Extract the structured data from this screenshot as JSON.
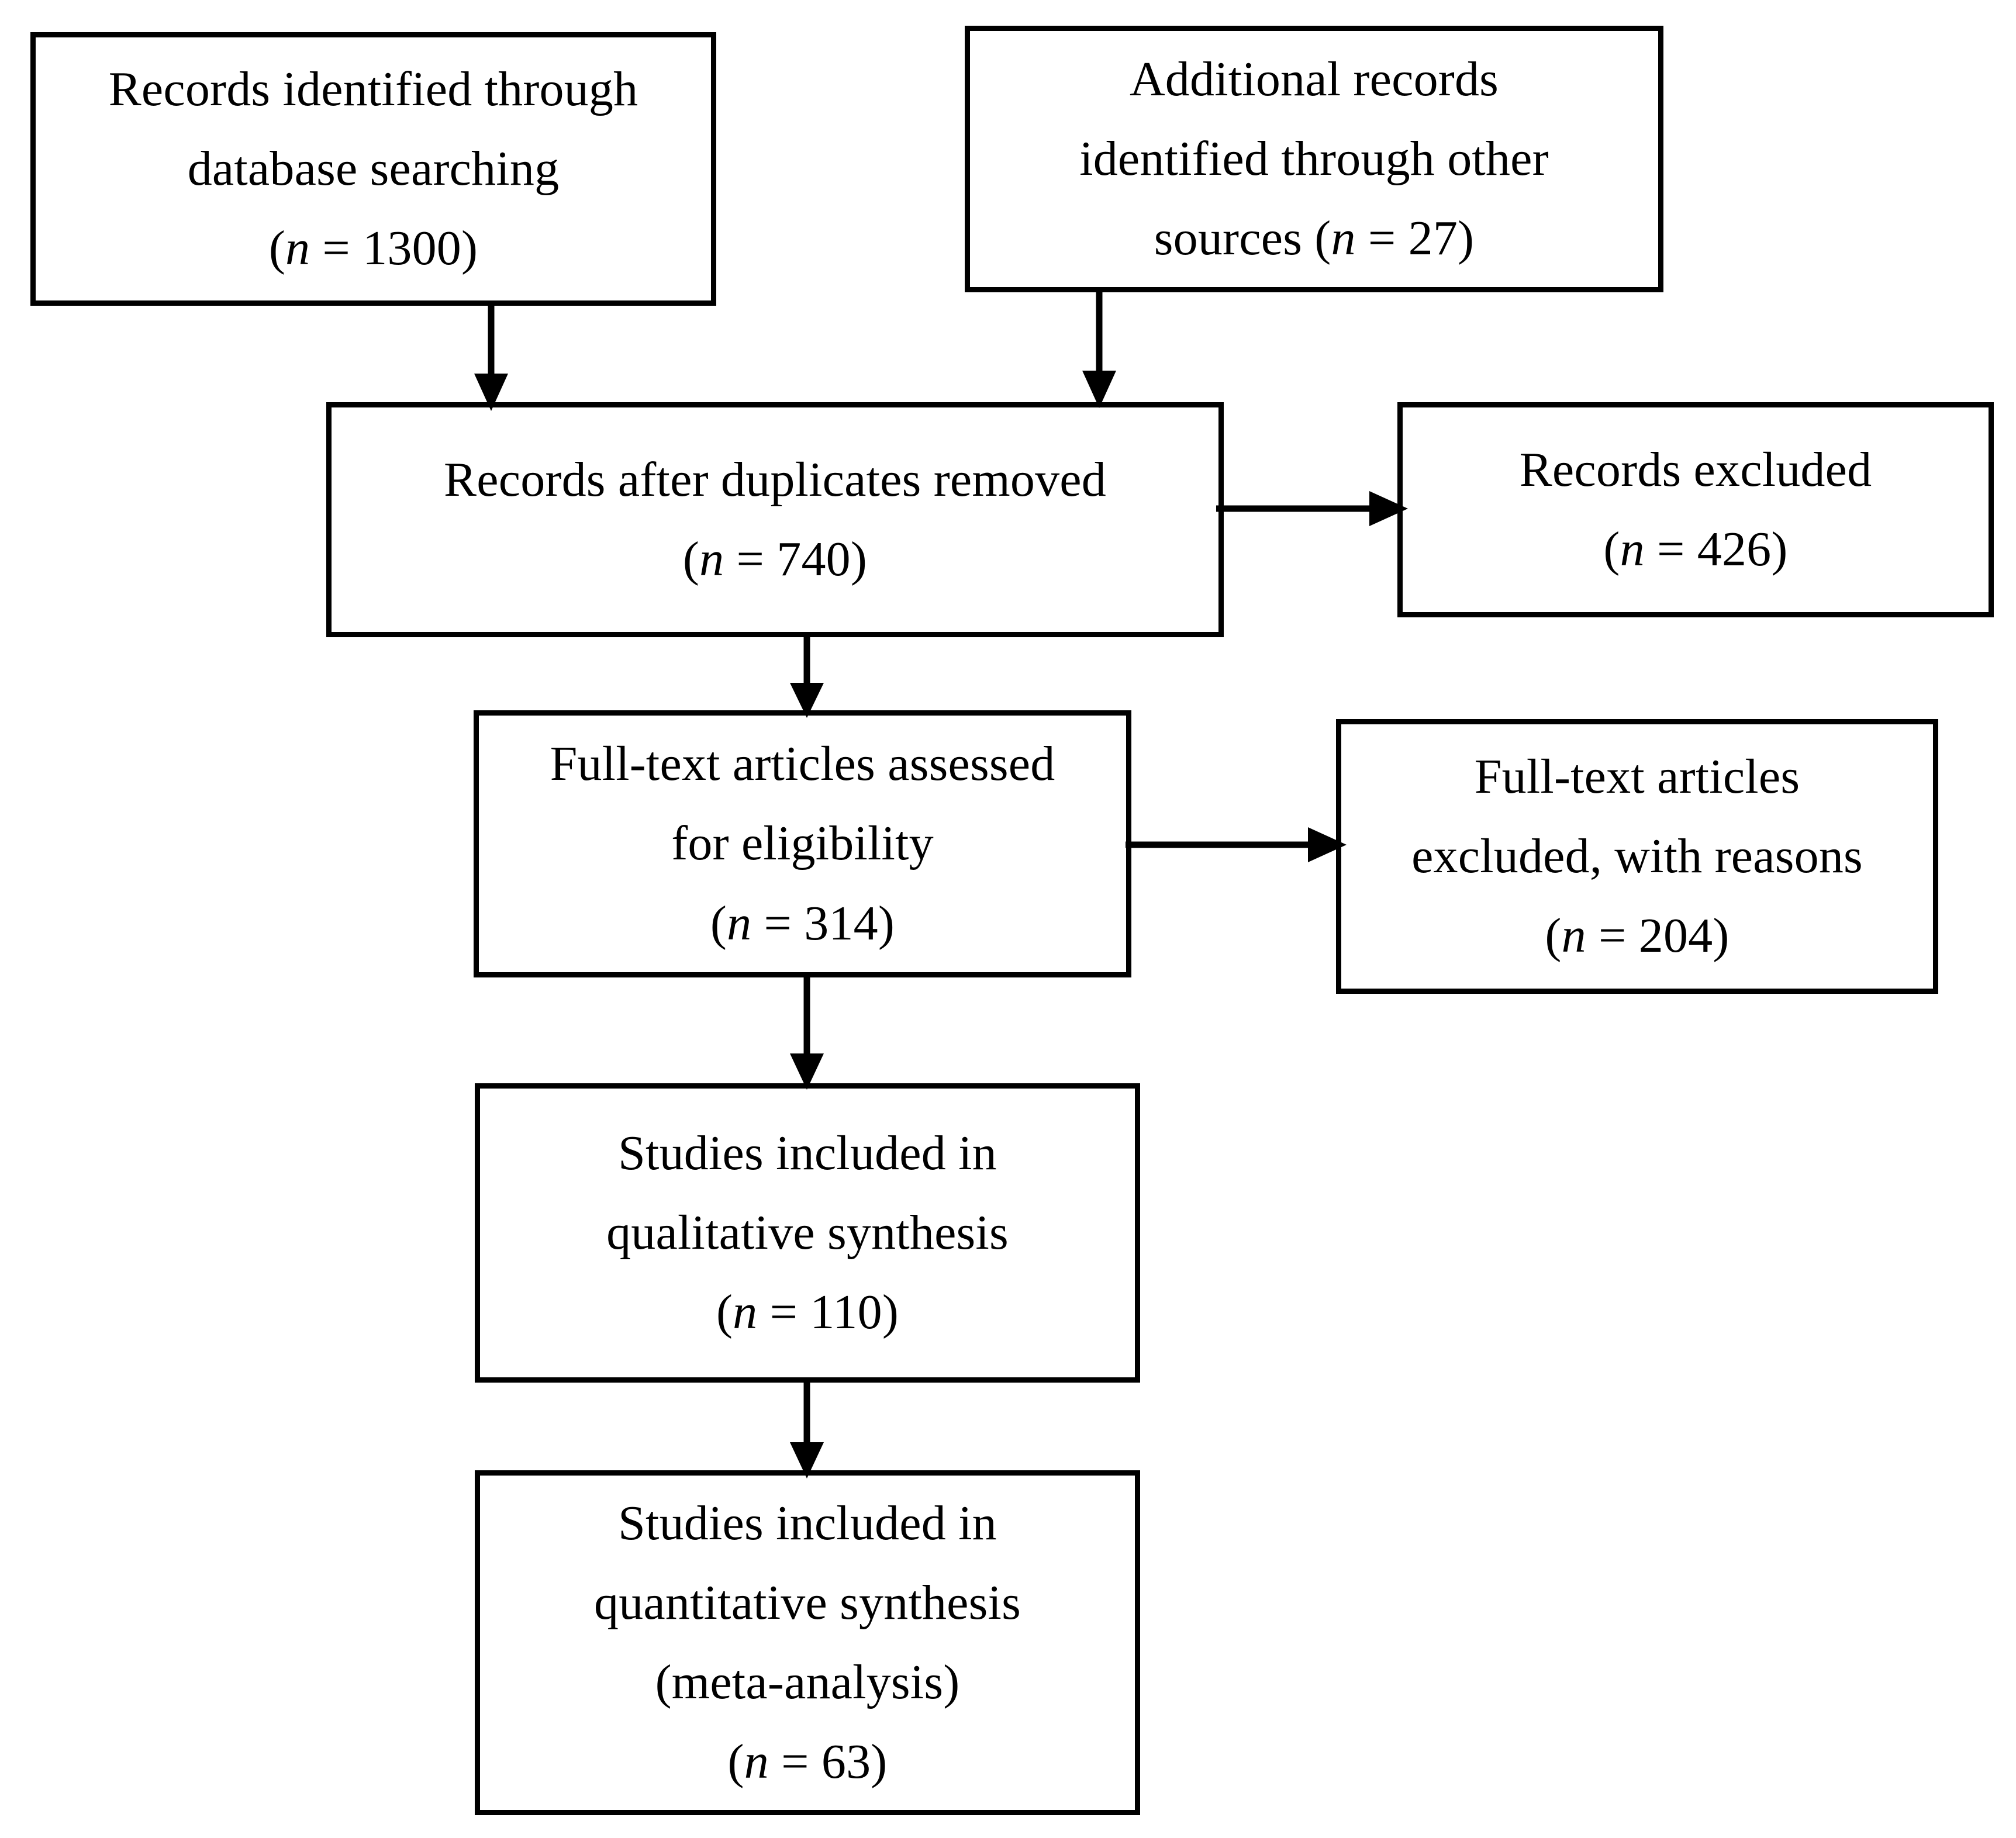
{
  "diagram": {
    "type": "prisma-flow-diagram",
    "background_color": "#ffffff",
    "line_color": "#000000",
    "nodes": [
      {
        "id": "db-search",
        "lines": [
          "Records identified through",
          "database searching",
          "(n = 1300)"
        ],
        "count_label": "n",
        "count": 1300
      },
      {
        "id": "other-sources",
        "lines": [
          "Additional records",
          "identified through other",
          "sources (n = 27)"
        ],
        "count_label": "n",
        "count": 27
      },
      {
        "id": "dedup",
        "lines": [
          "Records after duplicates removed",
          "(n = 740)"
        ],
        "count_label": "n",
        "count": 740
      },
      {
        "id": "rec-excluded",
        "lines": [
          "Records excluded",
          "(n = 426)"
        ],
        "count_label": "n",
        "count": 426
      },
      {
        "id": "fulltext",
        "lines": [
          "Full-text articles assessed",
          "for eligibility",
          "(n = 314)"
        ],
        "count_label": "n",
        "count": 314
      },
      {
        "id": "ft-excluded",
        "lines": [
          "Full-text articles",
          "excluded, with reasons",
          "(n = 204)"
        ],
        "count_label": "n",
        "count": 204
      },
      {
        "id": "qualitative",
        "lines": [
          "Studies included in",
          "qualitative synthesis",
          "(n = 110)"
        ],
        "count_label": "n",
        "count": 110
      },
      {
        "id": "quantitative",
        "lines": [
          "Studies included in",
          "quantitative synthesis",
          "(meta-analysis)",
          "(n = 63)"
        ],
        "count_label": "n",
        "count": 63
      }
    ],
    "edges": [
      {
        "id": "db-to-dedup",
        "from": "db-search",
        "to": "dedup",
        "direction": "down"
      },
      {
        "id": "other-to-dedup",
        "from": "other-sources",
        "to": "dedup",
        "direction": "down"
      },
      {
        "id": "dedup-to-exc",
        "from": "dedup",
        "to": "rec-excluded",
        "direction": "right"
      },
      {
        "id": "dedup-to-ft",
        "from": "dedup",
        "to": "fulltext",
        "direction": "down"
      },
      {
        "id": "ft-to-ftexc",
        "from": "fulltext",
        "to": "ft-excluded",
        "direction": "right"
      },
      {
        "id": "ft-to-qual",
        "from": "fulltext",
        "to": "qualitative",
        "direction": "down"
      },
      {
        "id": "qual-to-quant",
        "from": "qualitative",
        "to": "quantitative",
        "direction": "down"
      }
    ]
  },
  "text": {
    "db_search": {
      "l1": "Records identified through",
      "l2": "database searching",
      "l3_pre": "(",
      "l3_n": "n",
      "l3_post": " = 1300)"
    },
    "other_sources": {
      "l1": "Additional records",
      "l2": "identified through other",
      "l3_pre": "sources (",
      "l3_n": "n",
      "l3_post": " = 27)"
    },
    "dedup": {
      "l1": "Records after duplicates removed",
      "l2_pre": "(",
      "l2_n": "n",
      "l2_post": " = 740)"
    },
    "rec_excluded": {
      "l1": "Records excluded",
      "l2_pre": "(",
      "l2_n": "n",
      "l2_post": " = 426)"
    },
    "fulltext": {
      "l1": "Full-text articles assessed",
      "l2": "for eligibility",
      "l3_pre": "(",
      "l3_n": "n",
      "l3_post": " = 314)"
    },
    "ft_excluded": {
      "l1": "Full-text articles",
      "l2": "excluded, with reasons",
      "l3_pre": "(",
      "l3_n": "n",
      "l3_post": " = 204)"
    },
    "qualitative": {
      "l1": "Studies included in",
      "l2": "qualitative synthesis",
      "l3_pre": "(",
      "l3_n": "n",
      "l3_post": " = 110)"
    },
    "quantitative": {
      "l1": "Studies included in",
      "l2": "quantitative synthesis",
      "l3": "(meta-analysis)",
      "l4_pre": "(",
      "l4_n": "n",
      "l4_post": " = 63)"
    }
  }
}
